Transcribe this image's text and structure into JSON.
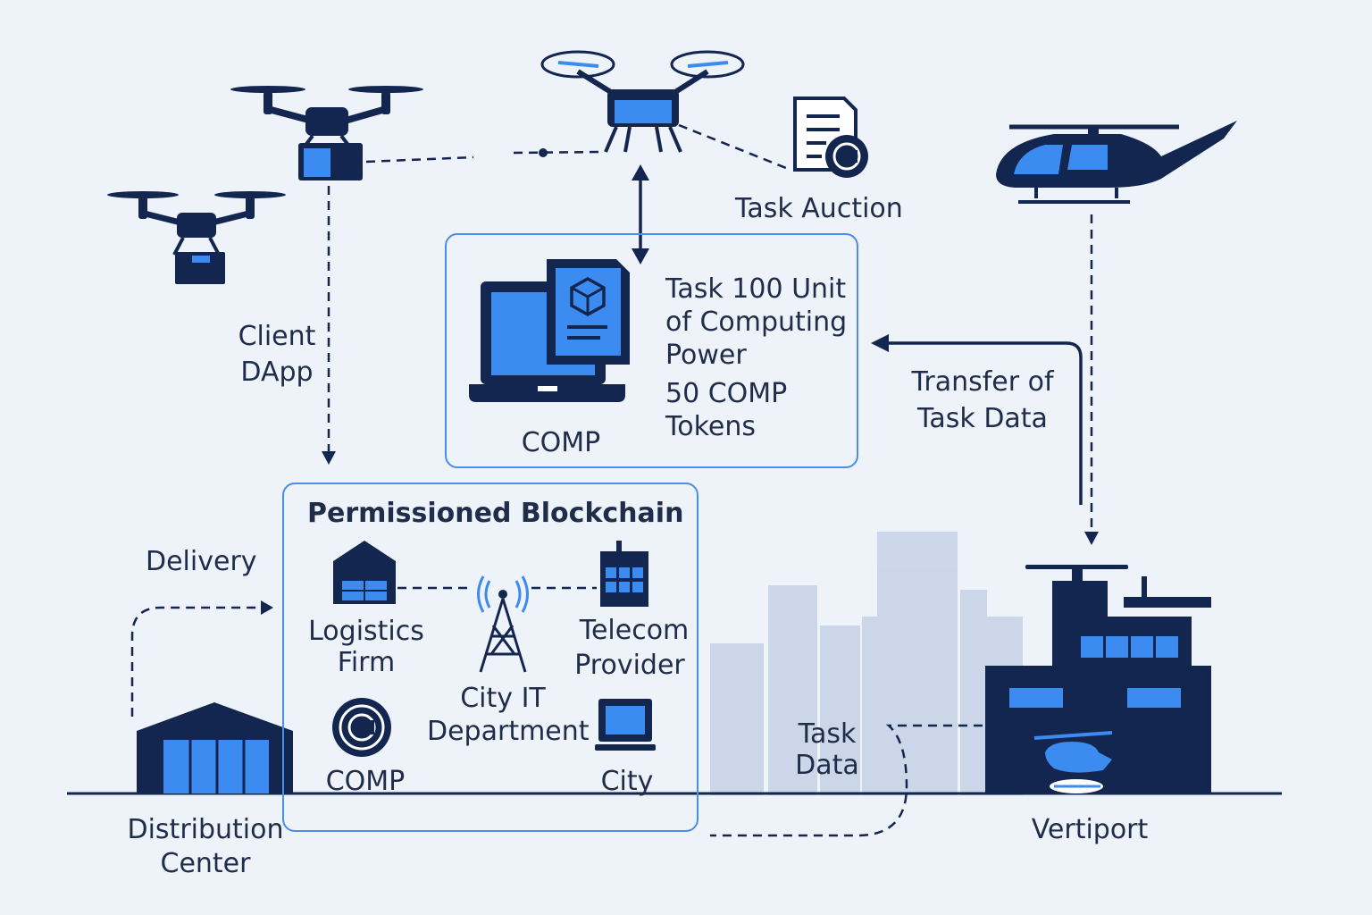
{
  "colors": {
    "navy": "#13264f",
    "blue": "#3b8bf0",
    "box_border": "#4a8ee6",
    "building_light": "#c5d3e6",
    "background": "#eef2f9"
  },
  "labels": {
    "task_auction": "Task Auction",
    "client_dapp_line1": "Client",
    "client_dapp_line2": "DApp",
    "comp_box": {
      "task_line1": "Task 100 Unit",
      "task_line2": "of Computing",
      "task_line3": "Power",
      "tokens_line1": "50 COMP",
      "tokens_line2": "Tokens",
      "comp_label": "COMP"
    },
    "transfer_line1": "Transfer of",
    "transfer_line2": "Task Data",
    "delivery": "Delivery",
    "blockchain": {
      "title": "Permissioned Blockchain",
      "logistics_line1": "Logistics",
      "logistics_line2": "Firm",
      "telecom_line1": "Telecom",
      "telecom_line2": "Provider",
      "city_it_line1": "City IT",
      "city_it_line2": "Department",
      "comp": "COMP",
      "city": "City"
    },
    "task_data_line1": "Task",
    "task_data_line2": "Data",
    "distribution_line1": "Distribution",
    "distribution_line2": "Center",
    "vertiport": "Vertiport"
  },
  "icons": [
    "quadcopter-drone-icon",
    "cargo-drone-icon",
    "auction-document-icon",
    "helicopter-icon",
    "laptop-icon",
    "token-contract-icon",
    "warehouse-icon",
    "office-tower-icon",
    "radio-tower-icon",
    "copyright-coin-icon",
    "monitor-icon",
    "vertiport-building-icon",
    "skyline-icon"
  ]
}
